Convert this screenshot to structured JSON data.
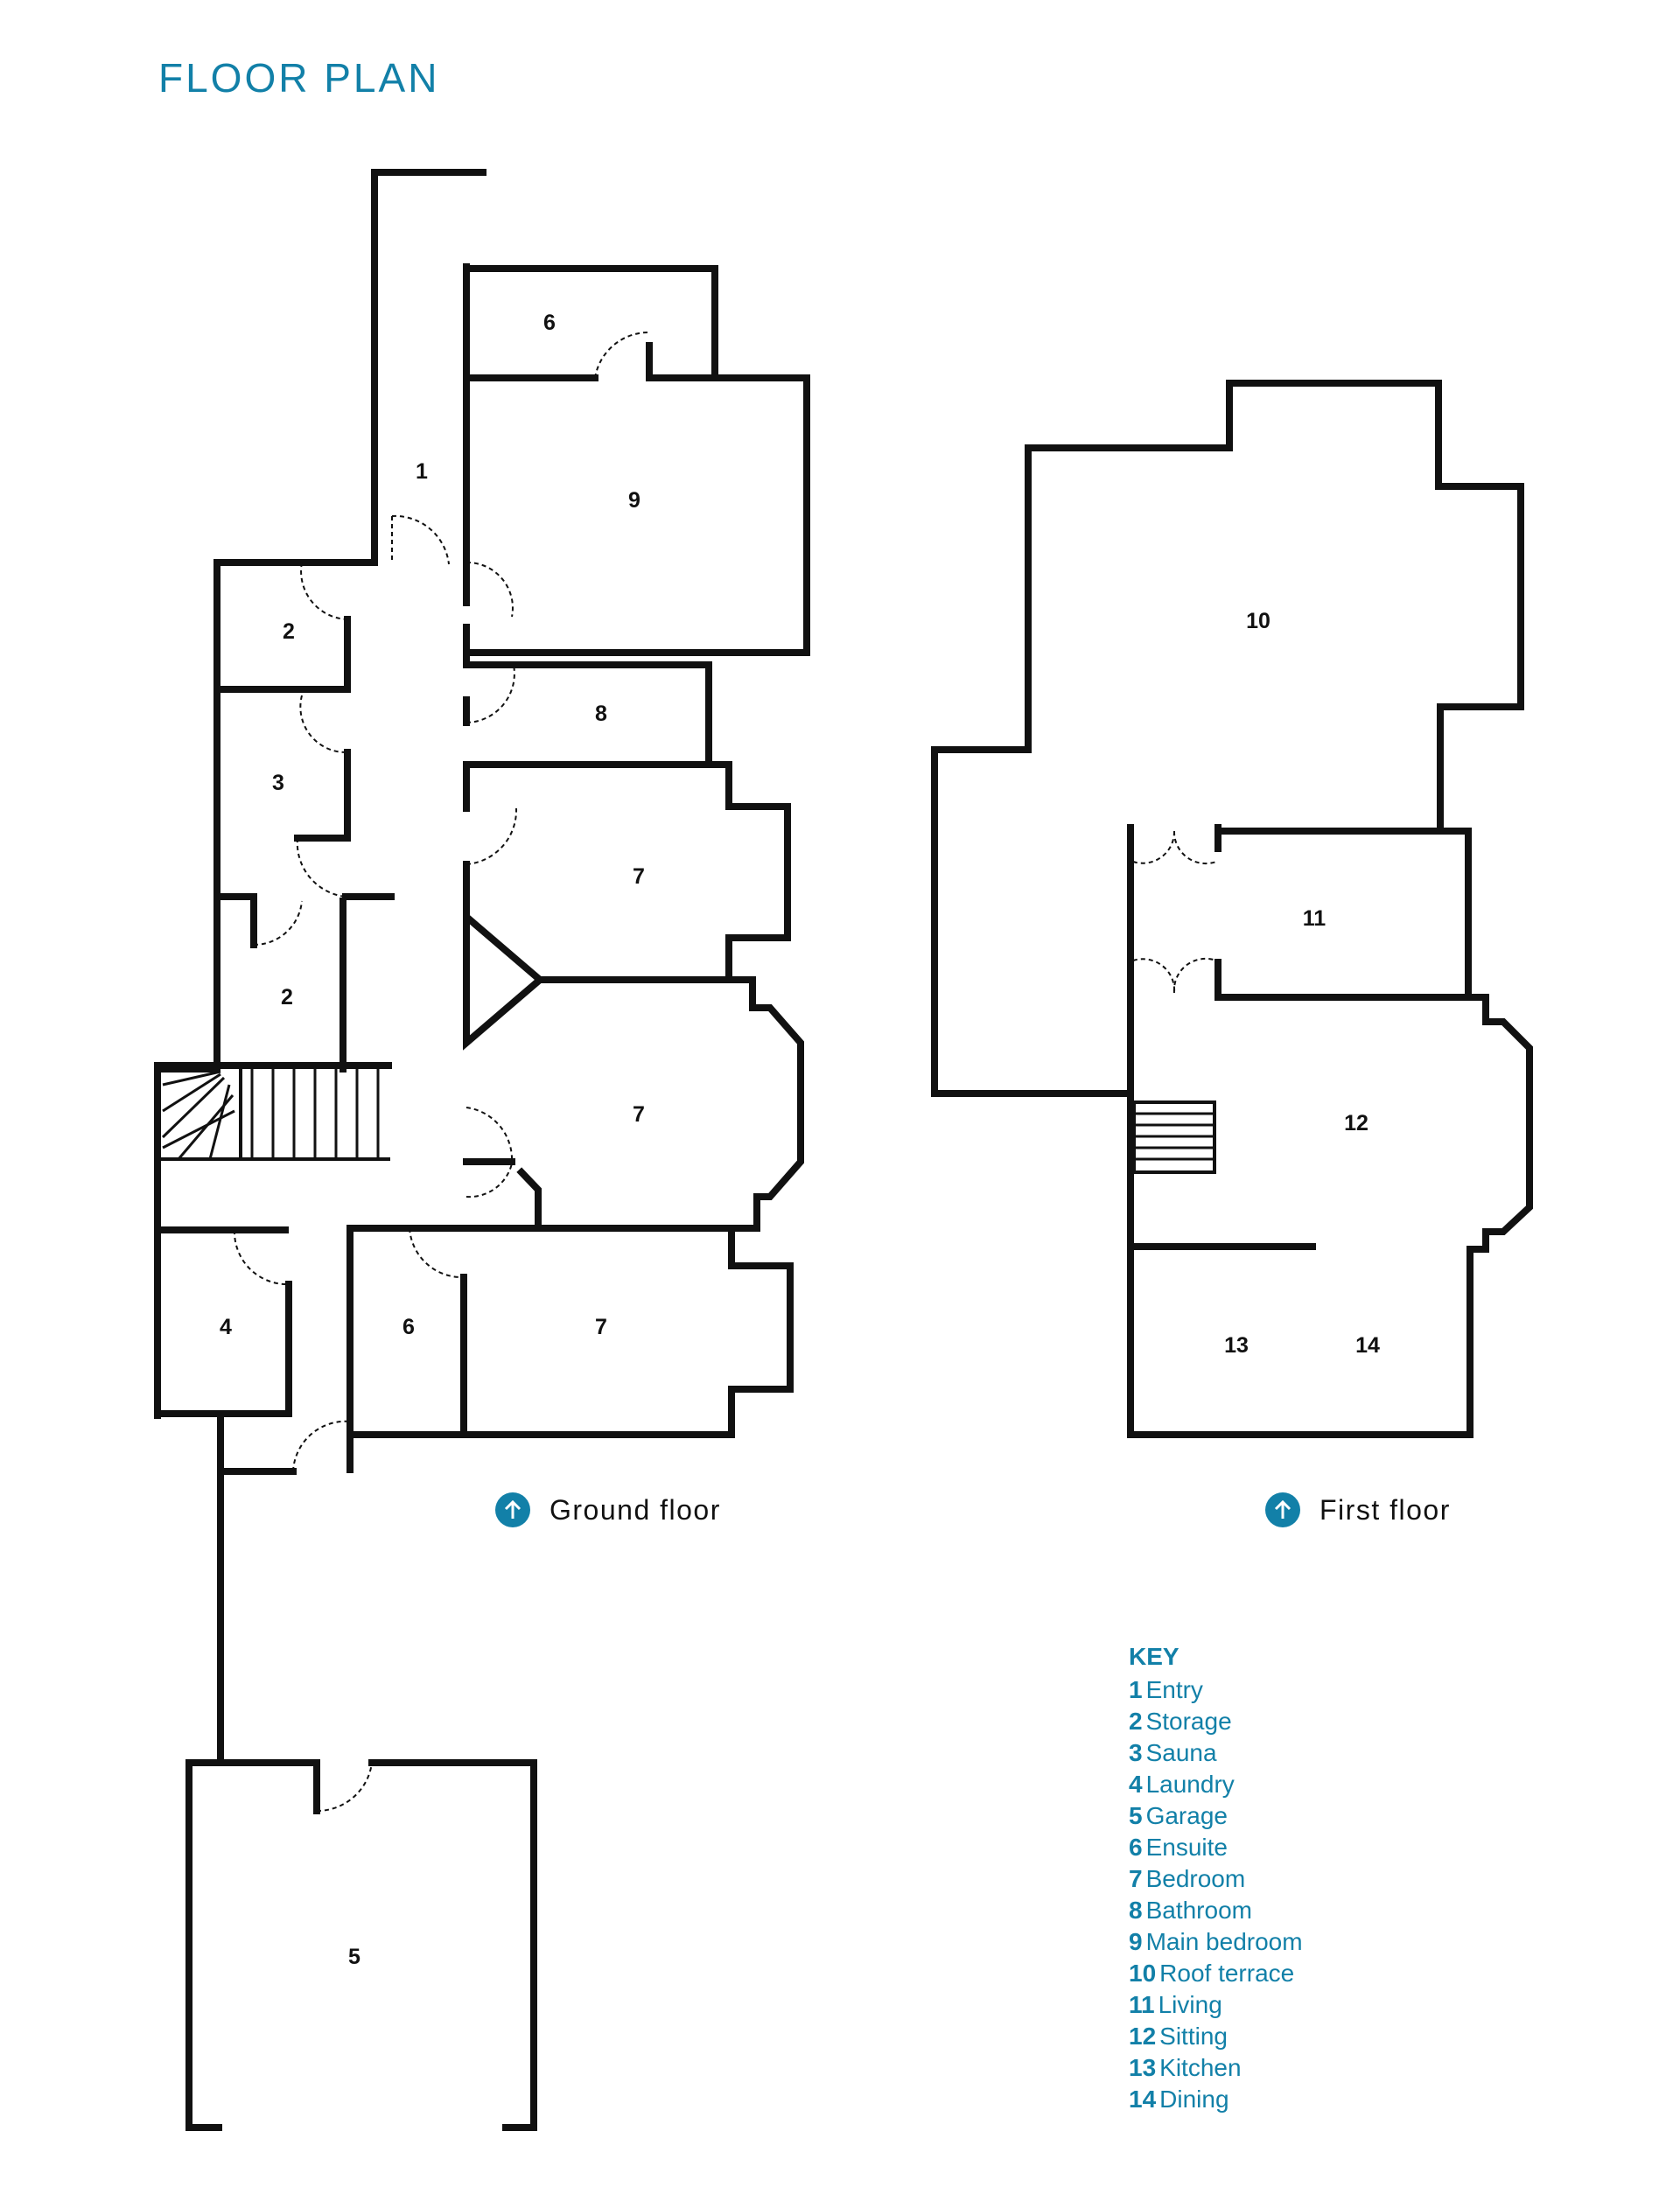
{
  "page": {
    "title": "FLOOR PLAN"
  },
  "floors": {
    "ground": {
      "label": "Ground floor"
    },
    "first": {
      "label": "First floor"
    }
  },
  "rooms": {
    "ground": {
      "entry": "1",
      "storage_a": "2",
      "sauna": "3",
      "storage_b": "2",
      "laundry": "4",
      "garage": "5",
      "ensuite_a": "6",
      "ensuite_b": "6",
      "bedroom_a": "7",
      "bedroom_b": "7",
      "bedroom_c": "7",
      "bathroom": "8",
      "main_bedroom": "9"
    },
    "first": {
      "roof_terrace": "10",
      "living": "11",
      "sitting": "12",
      "kitchen": "13",
      "dining": "14"
    }
  },
  "key": {
    "title": "KEY",
    "items": [
      {
        "num": "1",
        "label": "Entry"
      },
      {
        "num": "2",
        "label": "Storage"
      },
      {
        "num": "3",
        "label": "Sauna"
      },
      {
        "num": "4",
        "label": "Laundry"
      },
      {
        "num": "5",
        "label": "Garage"
      },
      {
        "num": "6",
        "label": "Ensuite"
      },
      {
        "num": "7",
        "label": "Bedroom"
      },
      {
        "num": "8",
        "label": "Bathroom"
      },
      {
        "num": "9",
        "label": "Main bedroom"
      },
      {
        "num": "10",
        "label": "Roof terrace"
      },
      {
        "num": "11",
        "label": "Living"
      },
      {
        "num": "12",
        "label": "Sitting"
      },
      {
        "num": "13",
        "label": "Kitchen"
      },
      {
        "num": "14",
        "label": "Dining"
      }
    ]
  },
  "colors": {
    "accent": "#1280a8",
    "wall": "#111111"
  },
  "icons": {
    "north_marker": "north-arrow-icon"
  }
}
